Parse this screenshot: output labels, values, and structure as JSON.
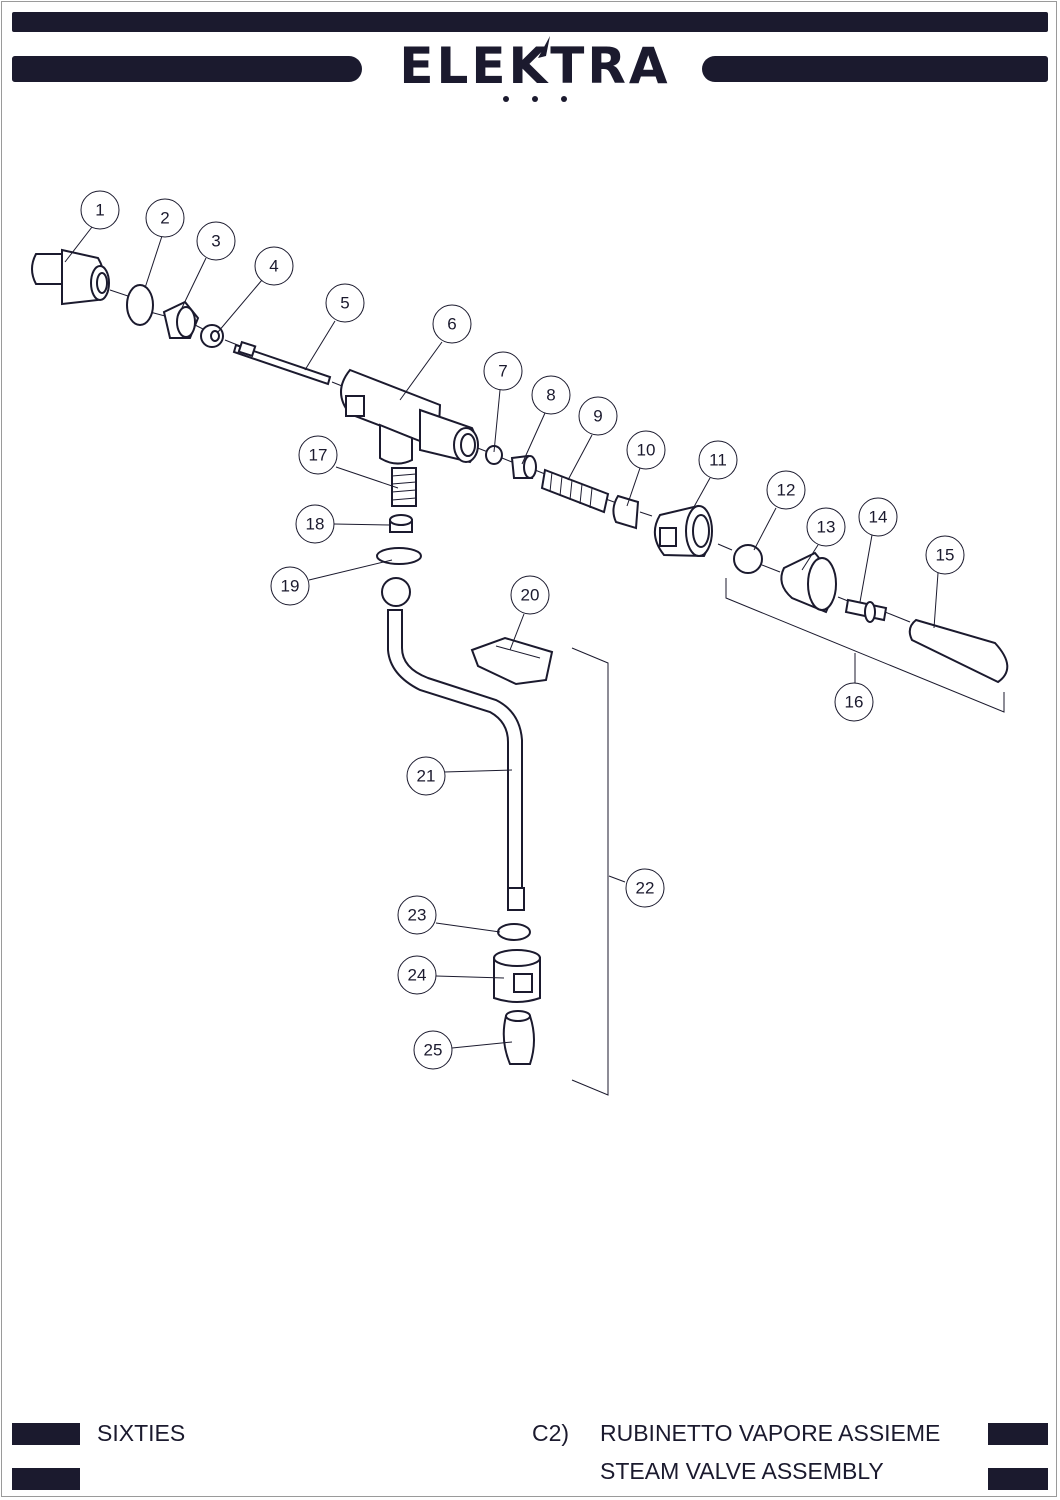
{
  "brand": {
    "name": "ELEKTRA"
  },
  "footer": {
    "model": "SIXTIES",
    "section_code": "C2)",
    "title_it": "RUBINETTO VAPORE ASSIEME",
    "title_en": "STEAM VALVE ASSEMBLY"
  },
  "part_numbers": [
    "1",
    "2",
    "3",
    "4",
    "5",
    "6",
    "7",
    "8",
    "9",
    "10",
    "11",
    "12",
    "13",
    "14",
    "15",
    "16",
    "17",
    "18",
    "19",
    "20",
    "21",
    "22",
    "23",
    "24",
    "25"
  ],
  "colors": {
    "ink": "#1b1a2e",
    "border": "#9a9a9a",
    "background": "#ffffff"
  }
}
